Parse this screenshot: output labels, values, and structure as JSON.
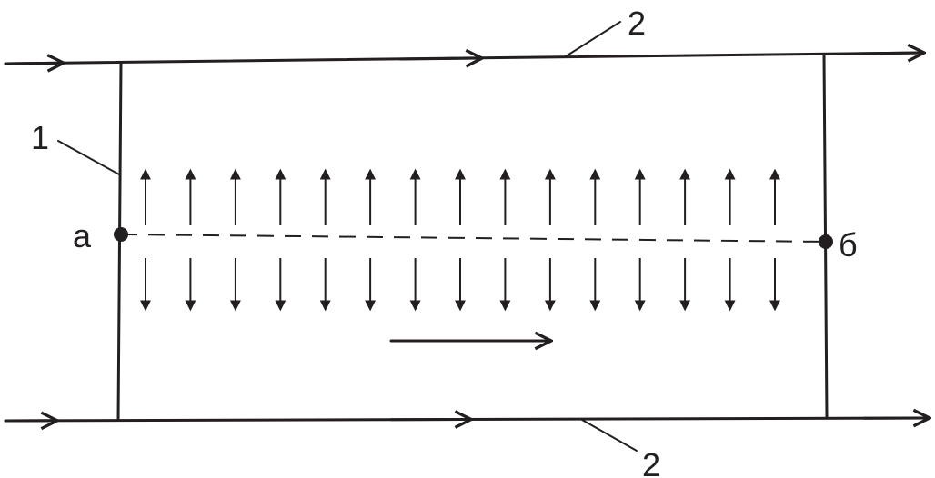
{
  "colors": {
    "ink": "#231f20",
    "background": "#ffffff"
  },
  "labels": {
    "top_line_number": "2",
    "bottom_line_number": "2",
    "cross_piece_number": "1",
    "left_point": "а",
    "right_point": "б"
  },
  "vertical_arrows": {
    "count_up": 15,
    "count_down": 15
  },
  "icons": {
    "flow_arrow": "right-arrow-icon",
    "field_arrow_up": "up-arrow-icon",
    "field_arrow_down": "down-arrow-icon",
    "point": "dot-icon"
  }
}
